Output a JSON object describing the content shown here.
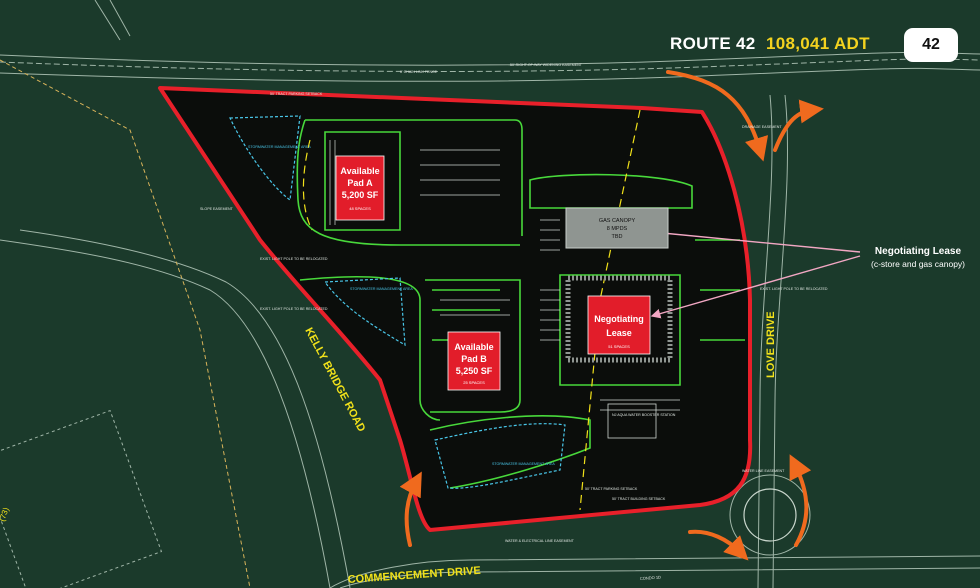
{
  "header": {
    "route_name": "ROUTE 42",
    "adt": "108,041 ADT",
    "route_shield": "42"
  },
  "callout": {
    "title": "Negotiating Lease",
    "subtitle": "(c-store and gas canopy)"
  },
  "pads": {
    "pad_a": {
      "line1": "Available",
      "line2": "Pad A",
      "line3": "5,200 SF",
      "spaces": "48 SPACES"
    },
    "pad_b": {
      "line1": "Available",
      "line2": "Pad B",
      "line3": "5,250 SF",
      "spaces": "25 SPACES"
    },
    "lease": {
      "line1": "Negotiating",
      "line2": "Lease",
      "spaces": "51 SPACES"
    }
  },
  "canopy": {
    "line1": "GAS CANOPY",
    "line2": "8 MPDS",
    "line3": "TBD"
  },
  "roads": {
    "kelly_bridge": "KELLY BRIDGE ROAD",
    "love_drive": "LOVE DRIVE",
    "commencement": "COMMENCEMENT DRIVE"
  },
  "annotations": {
    "chain_link_fence": "6' CHAIN LINK FENCE",
    "row_easement": "50' RIGHT-OF-WAY WIDENING EASEMENT",
    "tract_setback_top": "50' TRACT PARKING SETBACK",
    "stormwater_1": "STORMWATER MANAGEMENT AREA",
    "stormwater_2": "STORMWATER MANAGEMENT AREA",
    "stormwater_3": "STORMWATER MANAGEMENT AREA",
    "booster": "NJ AQUA WATER BOOSTER STATION",
    "slope": "SLOPE EASEMENT",
    "light_pole_1": "EXIST. LIGHT POLE TO BE RELOCATED",
    "light_pole_2": "EXIST. LIGHT POLE TO BE RELOCATED",
    "light_pole_3": "EXIST. LIGHT POLE TO BE RELOCATED",
    "water_easement": "WATER & ELECTRICAL LINE EASEMENT",
    "tract_building": "50' TRACT BUILDING SETBACK",
    "tract_parking": "50' TRACT PARKING SETBACK",
    "waterline": "WATER LINE EASEMENT",
    "drainage": "DRAINAGE EASEMENT",
    "route_73": "(73)",
    "condo": "CONDO 1D"
  },
  "colors": {
    "background": "#1b3a2b",
    "site": "#0b0d0b",
    "boundary": "#e8202a",
    "curbs": "#48d83b",
    "pad_fill": "#e21d2a",
    "canopy_fill": "#8f9591",
    "arrows": "#f06a1e",
    "road_label": "#f1e11a",
    "stormwater": "#49c6e8"
  }
}
